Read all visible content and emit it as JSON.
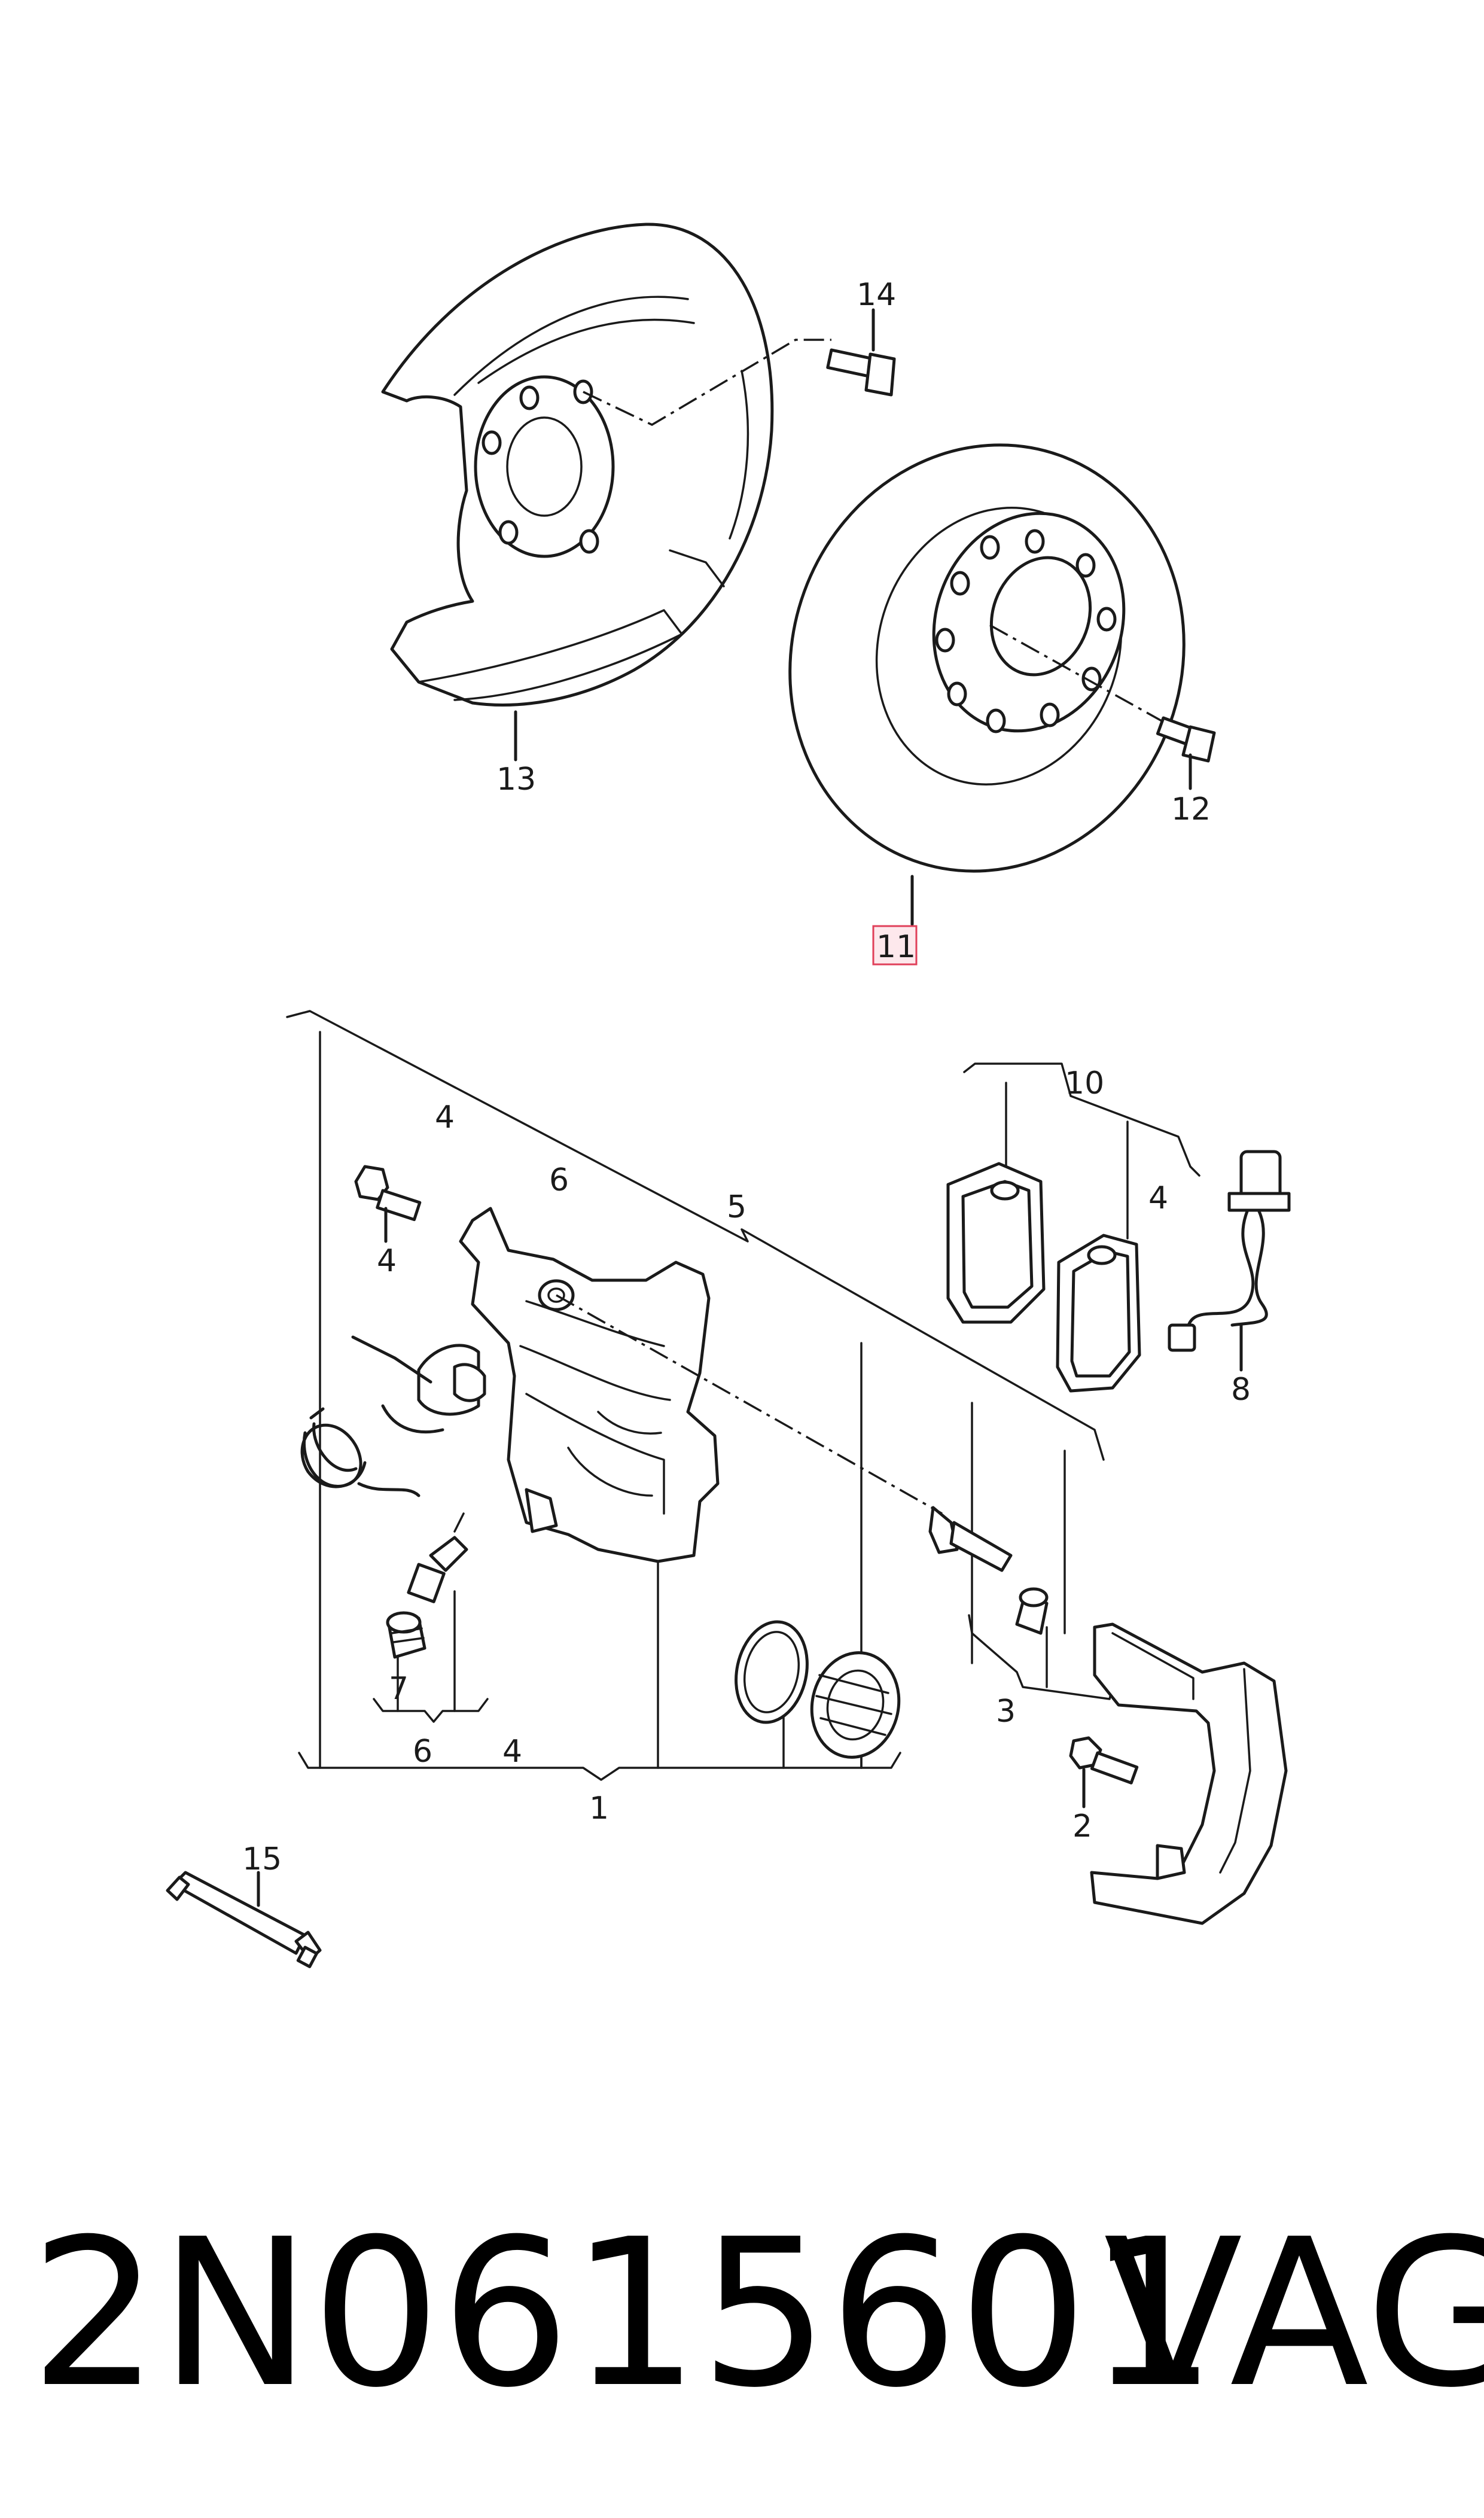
{
  "callouts": {
    "c14": "14",
    "c13": "13",
    "c12": "12",
    "c11": "11",
    "c10": "10",
    "c4_pads": "4",
    "c8": "8",
    "c4_top": "4",
    "c6_top": "6",
    "c5": "5",
    "c4_bolt": "4",
    "c7": "7",
    "c6_bottom": "6",
    "c4_bottom": "4",
    "c1": "1",
    "c3": "3",
    "c2": "2",
    "c15": "15"
  },
  "part_number": "2N0615601",
  "brand": "VAG",
  "colors": {
    "line": "#1a1a1a",
    "highlight_border": "#e0405a",
    "highlight_fill": "#fde8ec"
  }
}
